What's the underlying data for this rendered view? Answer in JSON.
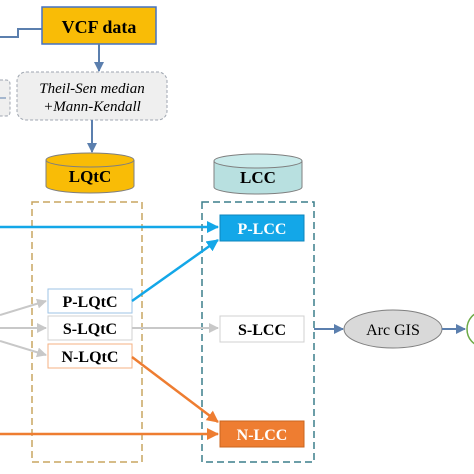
{
  "nodes": {
    "vcf_data": "VCF data",
    "method_line1": "Theil-Sen median",
    "method_line2": "+Mann-Kendall",
    "lqtc": "LQtC",
    "lcc": "LCC",
    "p_lqtc": "P-LQtC",
    "s_lqtc": "S-LQtC",
    "n_lqtc": "N-LQtC",
    "p_lcc": "P-LCC",
    "s_lcc": "S-LCC",
    "n_lcc": "N-LCC",
    "arcgis": "Arc GIS"
  },
  "colors": {
    "vcf_fill": "#F9BC06",
    "lqtc_fill": "#F9BC06",
    "lcc_fill": "#B8E0E0",
    "method_fill": "#EFEFEF",
    "p_lcc_fill": "#13A7E8",
    "n_lcc_fill": "#EE7D31",
    "blue_arrow": "#13A7E8",
    "orange_arrow": "#EE7D31",
    "gray_arrow": "#C8C8C8",
    "steel_arrow": "#5B7FAE",
    "lqtc_dash": "#C8A560",
    "lcc_dash": "#3C7E8B",
    "arcgis_fill": "#D9D9D9",
    "output_stroke": "#6CAA45"
  }
}
